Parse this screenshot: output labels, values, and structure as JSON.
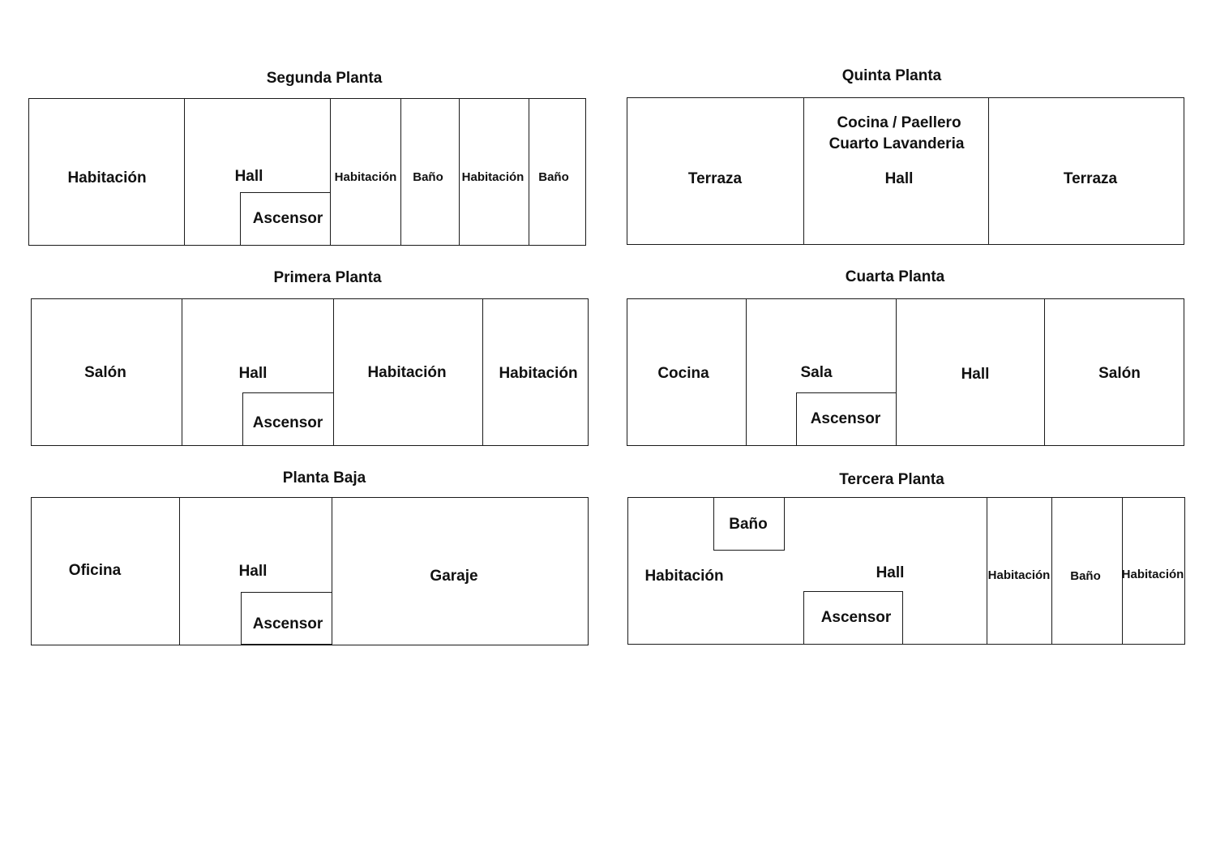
{
  "plans": {
    "segunda": {
      "title": "Segunda Planta",
      "habitacion_1": "Habitación",
      "hall": "Hall",
      "ascensor": "Ascensor",
      "habitacion_2": "Habitación",
      "bano_1": "Baño",
      "habitacion_3": "Habitación",
      "bano_2": "Baño"
    },
    "primera": {
      "title": "Primera Planta",
      "salon": "Salón",
      "hall": "Hall",
      "ascensor": "Ascensor",
      "habitacion_1": "Habitación",
      "habitacion_2": "Habitación"
    },
    "baja": {
      "title": "Planta Baja",
      "oficina": "Oficina",
      "hall": "Hall",
      "ascensor": "Ascensor",
      "garaje": "Garaje"
    },
    "quinta": {
      "title": "Quinta Planta",
      "terraza_1": "Terraza",
      "cocina": "Cocina / Paellero",
      "lavanderia": "Cuarto Lavanderia",
      "hall": "Hall",
      "terraza_2": "Terraza"
    },
    "cuarta": {
      "title": "Cuarta Planta",
      "cocina": "Cocina",
      "sala": "Sala",
      "ascensor": "Ascensor",
      "hall": "Hall",
      "salon": "Salón"
    },
    "tercera": {
      "title": "Tercera Planta",
      "bano_1": "Baño",
      "habitacion_1": "Habitación",
      "hall": "Hall",
      "ascensor": "Ascensor",
      "habitacion_2": "Habitación",
      "bano_2": "Baño",
      "habitacion_3": "Habitación"
    }
  }
}
